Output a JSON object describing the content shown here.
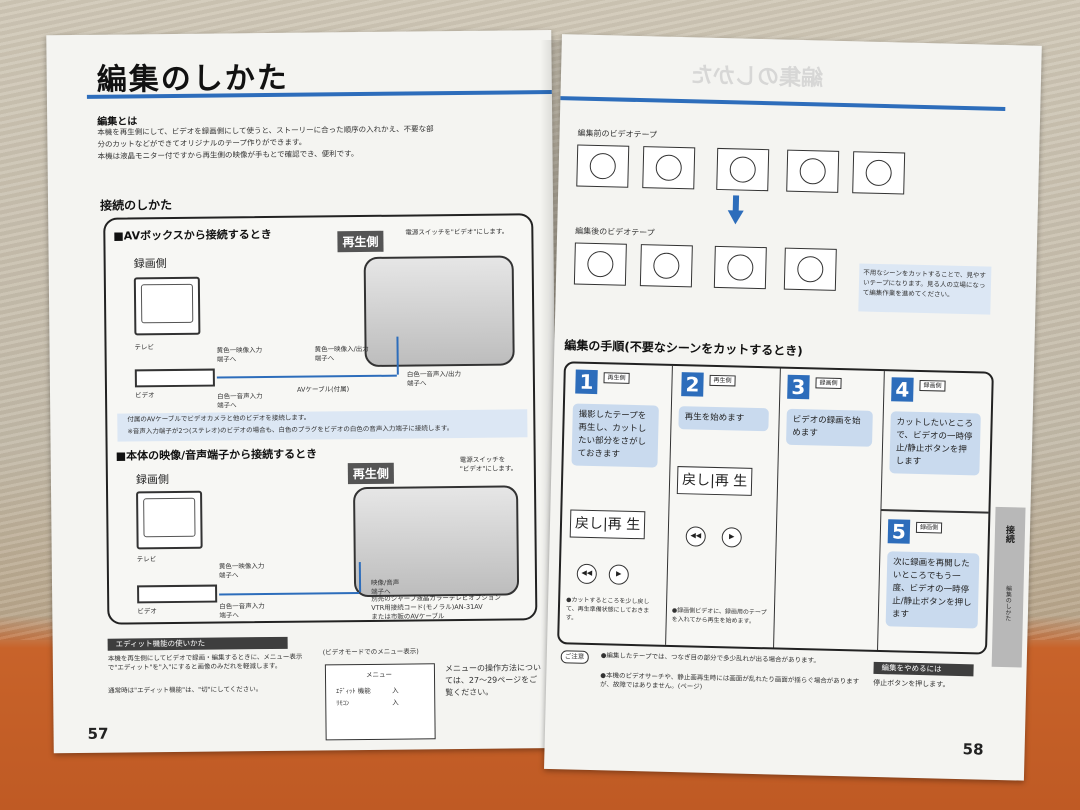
{
  "left_page": {
    "title": "編集のしかた",
    "intro": {
      "heading": "編集とは",
      "lines": [
        "本機を再生側にして、ビデオを録画側にして使うと、ストーリーに合った順序の入れかえ、不要な部",
        "分のカットなどができてオリジナルのテープ作りができます。",
        "本機は液晶モニター付ですから再生側の映像が手もとで確認でき、便利です。"
      ]
    },
    "connection_heading": "接続のしかた",
    "section_av": {
      "heading": "■AVボックスから接続するとき",
      "recorder_label": "録画側",
      "player_badge": "再生側",
      "power_note": "電源スイッチを\"ビデオ\"にします。",
      "tv_label": "テレビ",
      "vcr_label": "ビデオ",
      "jack_in_1": "黄色一映像入力\n端子へ",
      "jack_in_2": "黄色一映像入/出力\n端子へ",
      "jack_in_3": "白色一音声入力\n端子へ",
      "jack_out": "白色一音声入/出力\n端子へ",
      "cable_label": "AVケーブル(付属)",
      "note_1": "付属のAVケーブルでビデオカメラと他のビデオを接続します。",
      "note_2": "※音声入力端子が2つ(ステレオ)のビデオの場合も、白色のプラグをビデオの白色の音声入力端子に接続します。"
    },
    "section_direct": {
      "heading": "■本体の映像/音声端子から接続するとき",
      "recorder_label": "録画側",
      "player_badge": "再生側",
      "power_note": "電源スイッチを\n\"ビデオ\"にします。",
      "tv_label": "テレビ",
      "vcr_label": "ビデオ",
      "jack_in_1": "黄色一映像入力\n端子へ",
      "jack_in_2": "白色一音声入力\n端子へ",
      "jack_av": "映像/音声\n端子へ",
      "cable_note": "別売のシャープ液晶カラーテレビオプション\nVTR用接続コード(モノラル)AN-31AV\nまたは市販のAVケーブル"
    },
    "bottom": {
      "edit_bar": "エディット機能の使いかた",
      "edit_notes": [
        "本機を再生側にしてビデオで録画・編集するときに、メニュー表示で\"エディット\"を\"入\"にすると画像のみだれを軽減します。",
        "通常時は\"エディット機能\"は、\"切\"にしてください。"
      ],
      "menu_caption": "(ビデオモードでのメニュー表示)",
      "menu_title": "メニュー",
      "menu_row_1": "ｴﾃﾞｨｯﾄ 機能",
      "menu_row_1_value": "入",
      "menu_row_2": "ﾘﾓｺﾝ",
      "menu_row_2_value": "入",
      "menu_help": "メニューの操作方法については、27〜29ページをご覧ください。"
    },
    "page_number": "57"
  },
  "right_page": {
    "mirror_title": "編集のしかた",
    "before_label": "編集前のビデオテープ",
    "after_label": "編集後のビデオテープ",
    "after_note": "不用なシーンをカットすることで、見やすいテープになります。見る人の立場になって編集作業を進めてください。",
    "procedure_heading": "編集の手順(不要なシーンをカットするとき)",
    "steps": [
      {
        "num": "1",
        "tag": "再生側",
        "text": "撮影したテープを再生し、カットしたい部分をさがしておきます"
      },
      {
        "num": "2",
        "tag": "再生側",
        "text": "再生を始めます"
      },
      {
        "num": "3",
        "tag": "録画側",
        "text": "ビデオの録画を始めます"
      },
      {
        "num": "4",
        "tag": "録画側",
        "text": "カットしたいところで、ビデオの一時停止/静止ボタンを押します"
      },
      {
        "num": "5",
        "tag": "録画側",
        "text": "次に録画を再開したいところでもう一度、ビデオの一時停止/静止ボタンを押します"
      }
    ],
    "btn_panel_1": "戻し|再 生",
    "btn_panel_2": "戻し|再 生",
    "rewind_symbol": "◀◀",
    "play_symbol": "▶",
    "step1_foot": "●カットするところを少し戻して、再生準備状態にしておきます。",
    "step2_foot": "●録画側ビデオに、録画用のテープを入れてから再生を始めます。",
    "memo_label": "ご注意",
    "memo_lines": [
      "●編集したテープでは、つなぎ目の部分で多少乱れが出る場合があります。",
      "●本機のビデオサーチや、静止画再生時には画面が乱れたり画面が揺らぐ場合がありますが、故障ではありません。(ページ)"
    ],
    "stop_bar": "編集をやめるには",
    "stop_text": "停止ボタンを押します。",
    "side_tab": "接続",
    "side_tab_sub": "編集のしかた",
    "page_number": "58"
  },
  "colors": {
    "accent_blue": "#2d6dbb",
    "bubble_blue": "#c9daee",
    "dark_bar": "#3e3e3e"
  }
}
